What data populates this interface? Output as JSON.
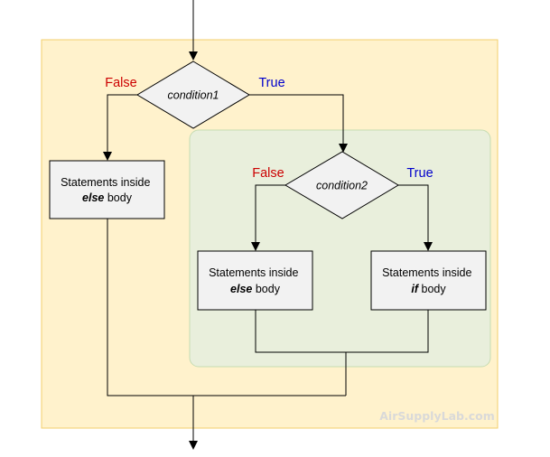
{
  "colors": {
    "outer_region_fill": "#fff2cc",
    "outer_region_stroke": "#f3cf6b",
    "inner_region_fill": "#e9efdc",
    "inner_region_stroke": "#c6dcb2",
    "node_fill": "#f2f2f2",
    "line": "#000000",
    "false_label": "#cc0000",
    "true_label": "#0000cc",
    "watermark": "#d9d9d9"
  },
  "outer_decision": {
    "condition": "condition1",
    "false_label": "False",
    "true_label": "True"
  },
  "else_body_outer": {
    "line1": "Statements inside",
    "keyword": "else",
    "rest": " body"
  },
  "inner_decision": {
    "condition": "condition2",
    "false_label": "False",
    "true_label": "True"
  },
  "else_body_inner": {
    "line1": "Statements inside",
    "keyword": "else",
    "rest": " body"
  },
  "if_body": {
    "line1": "Statements inside",
    "keyword": "if",
    "rest": " body"
  },
  "watermark": "AirSupplyLab.com"
}
